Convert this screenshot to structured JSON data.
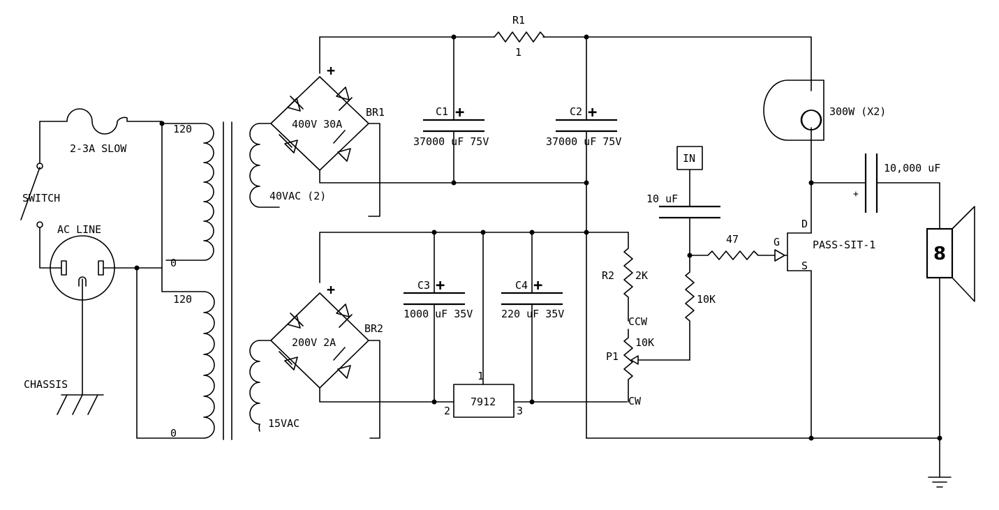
{
  "labels": {
    "r1_ref": "R1",
    "r1_val": "1",
    "c1_ref": "C1",
    "c1_val": "37000 uF 75V",
    "c2_ref": "C2",
    "c2_val": "37000 uF 75V",
    "br1_ref": "BR1",
    "br1_val": "400V 30A",
    "br2_ref": "BR2",
    "br2_val": "200V 2A",
    "plus": "+",
    "fuse": "2-3A SLOW",
    "switch": "SWITCH",
    "ac_line": "AC LINE",
    "chassis": "CHASSIS",
    "t1_p120": "120",
    "t1_p0": "0",
    "t2_p120": "120",
    "t2_p0": "0",
    "sec1": "40VAC (2)",
    "sec2": "15VAC",
    "c3_ref": "C3",
    "c3_val": "1000 uF 35V",
    "c4_ref": "C4",
    "c4_val": "220 uF 35V",
    "reg": "7912",
    "pin1": "1",
    "pin2": "2",
    "pin3": "3",
    "r2_ref": "R2",
    "r2_val": "2K",
    "ccw": "CCW",
    "cw": "CW",
    "p1_ref": "P1",
    "p1_val": "10K",
    "in": "IN",
    "cin": "10 uF",
    "rg": "47",
    "rb": "10K",
    "g": "G",
    "d": "D",
    "s": "S",
    "fet": "PASS-SIT-1",
    "lamp": "300W (X2)",
    "cout": "10,000 uF",
    "cout_plus": "+",
    "spk": "8"
  }
}
